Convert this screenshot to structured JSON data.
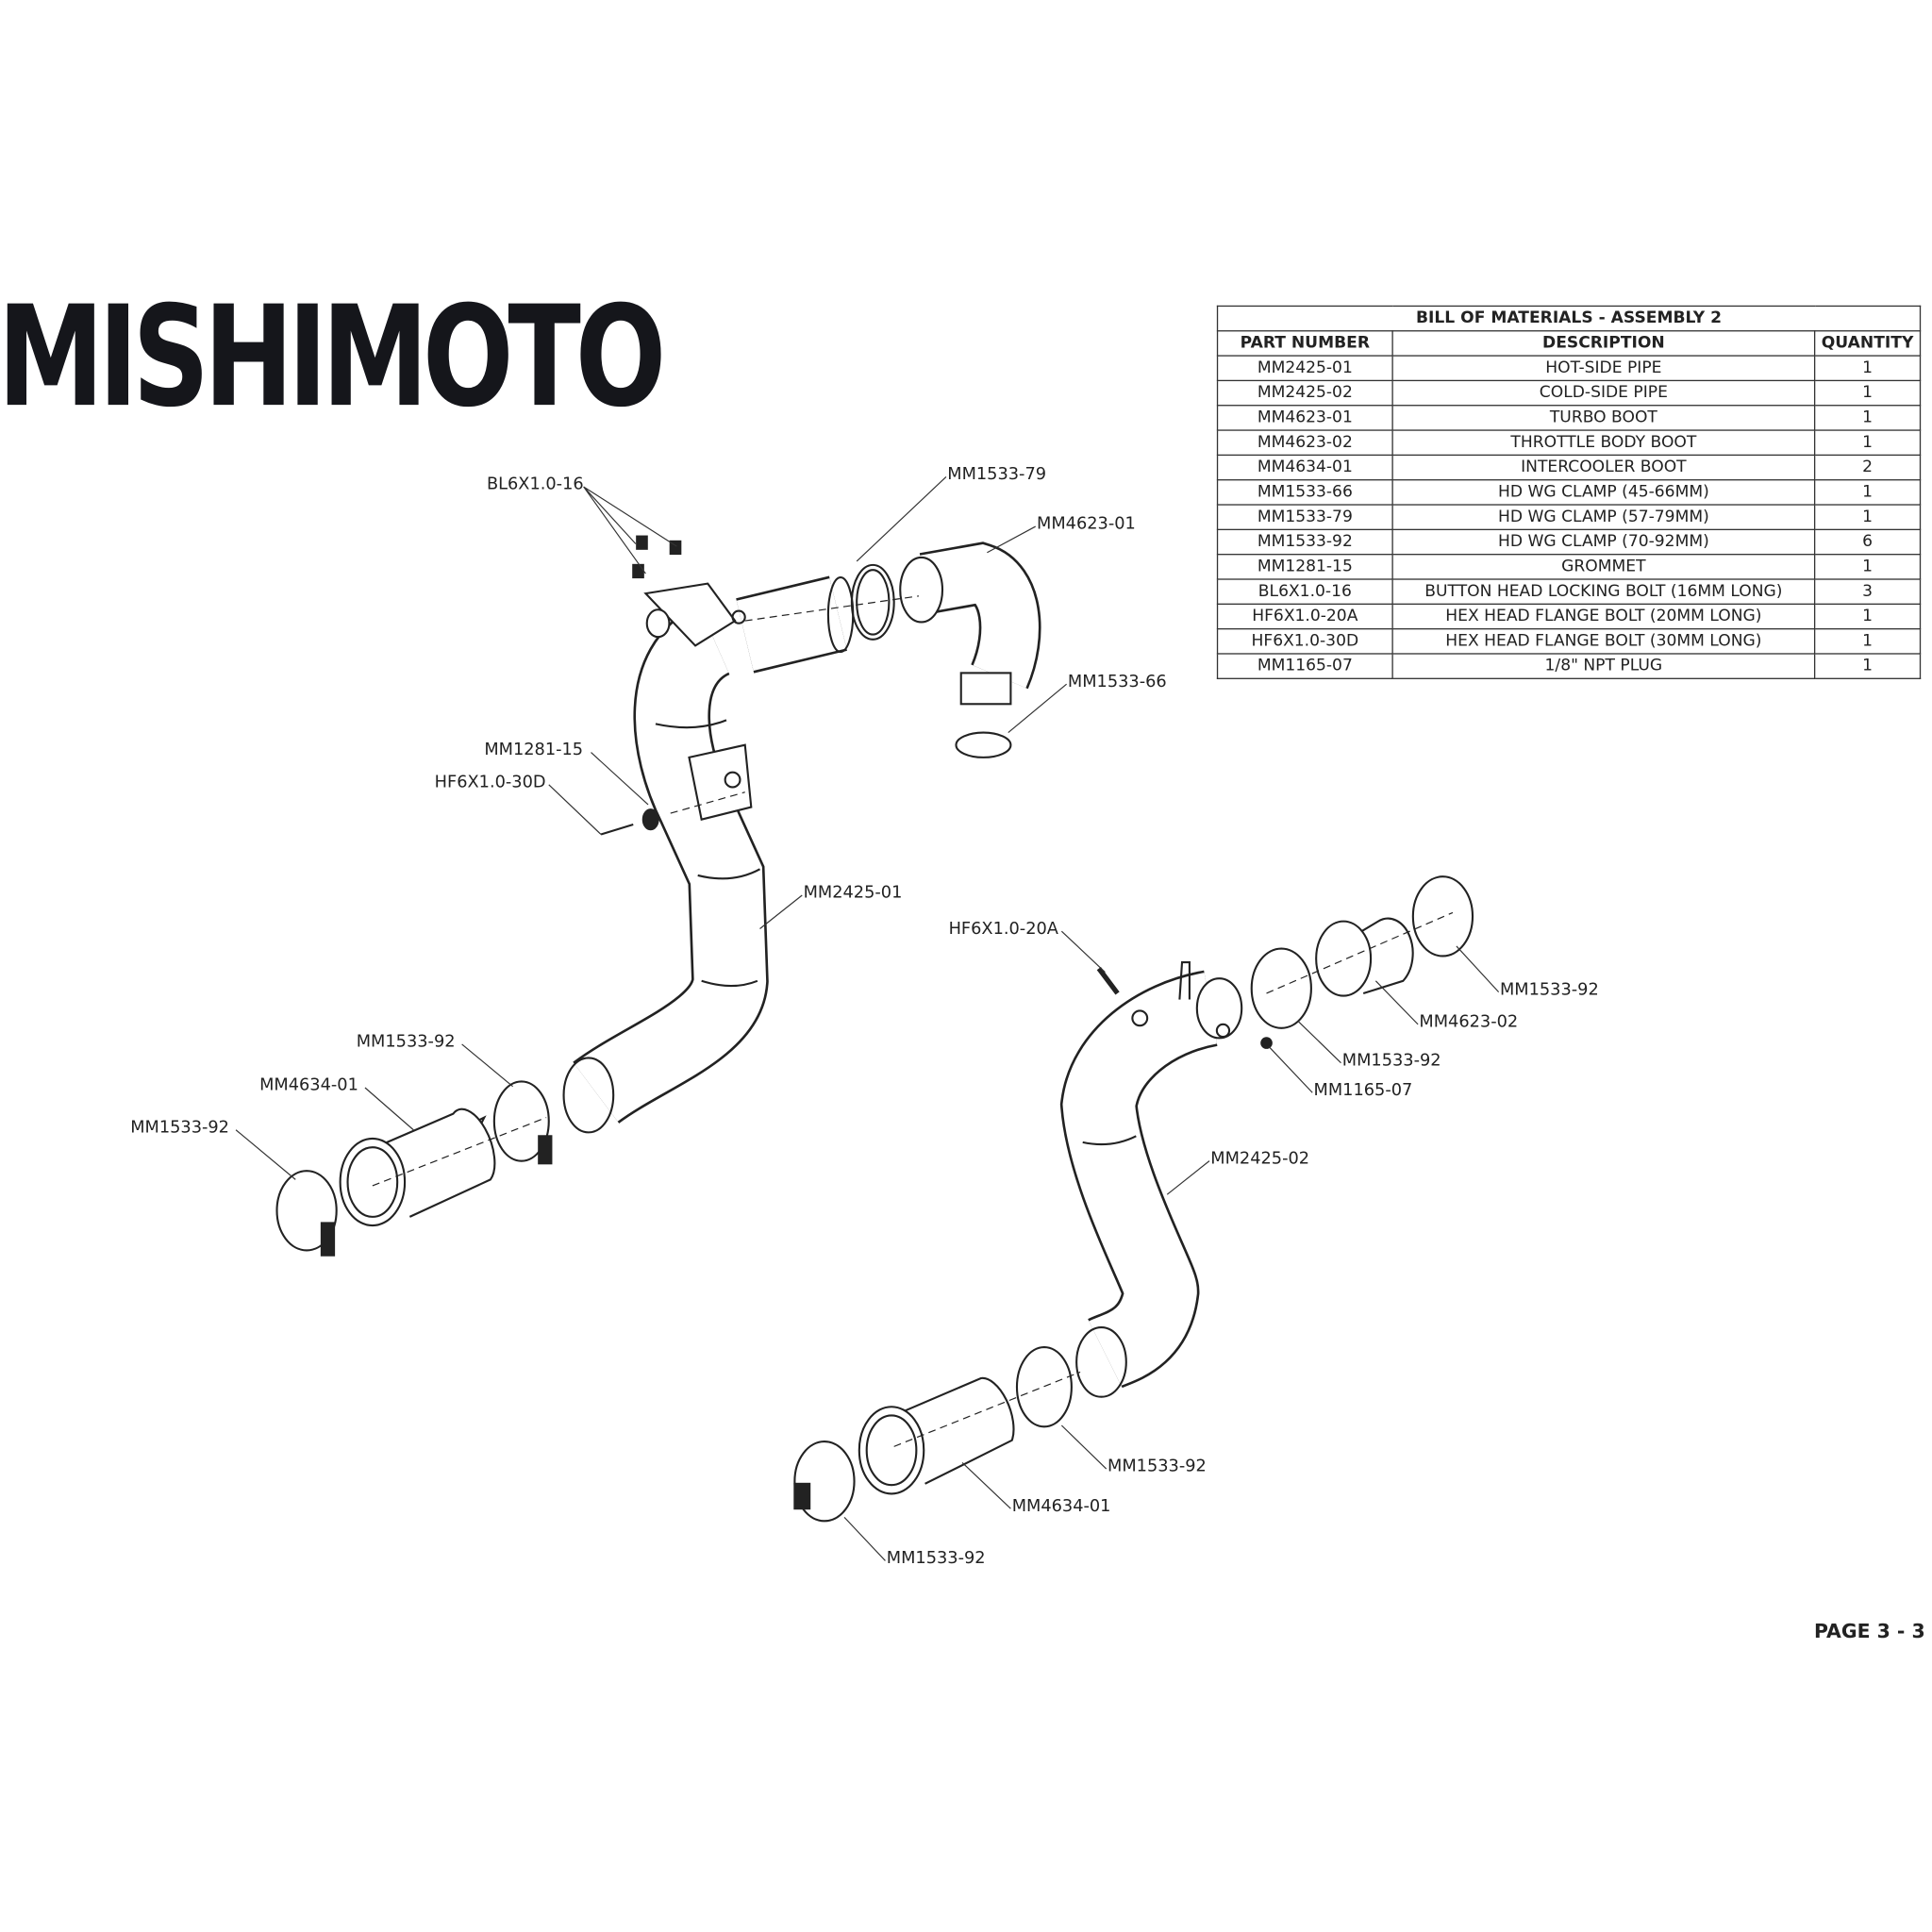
{
  "brand": {
    "logo_text": "MISHIMOTO"
  },
  "bom": {
    "title": "BILL OF MATERIALS - ASSEMBLY 2",
    "headers": [
      "PART NUMBER",
      "DESCRIPTION",
      "QUANTITY"
    ],
    "rows": [
      [
        "MM2425-01",
        "HOT-SIDE PIPE",
        "1"
      ],
      [
        "MM2425-02",
        "COLD-SIDE PIPE",
        "1"
      ],
      [
        "MM4623-01",
        "TURBO BOOT",
        "1"
      ],
      [
        "MM4623-02",
        "THROTTLE BODY BOOT",
        "1"
      ],
      [
        "MM4634-01",
        "INTERCOOLER BOOT",
        "2"
      ],
      [
        "MM1533-66",
        "HD WG CLAMP (45-66MM)",
        "1"
      ],
      [
        "MM1533-79",
        "HD WG CLAMP (57-79MM)",
        "1"
      ],
      [
        "MM1533-92",
        "HD WG CLAMP (70-92MM)",
        "6"
      ],
      [
        "MM1281-15",
        "GROMMET",
        "1"
      ],
      [
        "BL6X1.0-16",
        "BUTTON HEAD LOCKING BOLT (16MM LONG)",
        "3"
      ],
      [
        "HF6X1.0-20A",
        "HEX HEAD FLANGE BOLT (20MM LONG)",
        "1"
      ],
      [
        "HF6X1.0-30D",
        "HEX HEAD FLANGE BOLT (30MM LONG)",
        "1"
      ],
      [
        "MM1165-07",
        "1/8\" NPT PLUG",
        "1"
      ]
    ]
  },
  "callouts": [
    "BL6X1.0-16",
    "MM1533-79",
    "MM4623-01",
    "MM1533-66",
    "MM1281-15",
    "HF6X1.0-30D",
    "MM2425-01",
    "MM1533-92",
    "MM4634-01",
    "MM1533-92",
    "HF6X1.0-20A",
    "MM1533-92",
    "MM4623-02",
    "MM1533-92",
    "MM1165-07",
    "MM2425-02",
    "MM1533-92",
    "MM4634-01",
    "MM1533-92"
  ],
  "footer": {
    "page": "PAGE 3 - 3"
  }
}
